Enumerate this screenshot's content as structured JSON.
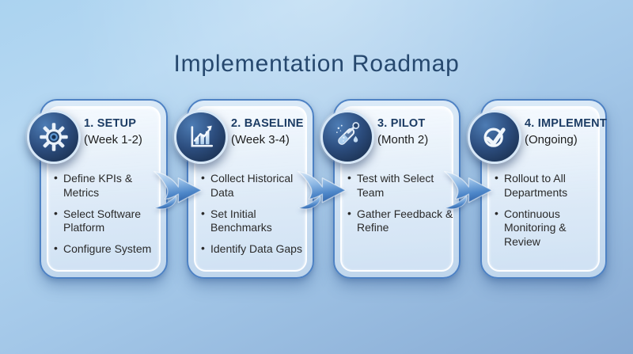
{
  "title": "Implementation Roadmap",
  "colors": {
    "background_top": "#abd3f0",
    "background_bottom": "#87aad3",
    "title_text": "#26486e",
    "card_border": "#4e82c4",
    "heading_text": "#1c3c64",
    "body_text": "#2a2a2a",
    "icon_circle": "#1d3557",
    "arrow_blue": "#4e87c9"
  },
  "stages": [
    {
      "title": "1. SETUP",
      "timeframe": "(Week 1-2)",
      "icon": "gear-icon",
      "bullets": [
        "Define KPIs & Metrics",
        "Select Software Platform",
        "Configure System"
      ]
    },
    {
      "title": "2. BASELINE",
      "timeframe": "(Week 3-4)",
      "icon": "bar-chart-icon",
      "bullets": [
        "Collect Historical Data",
        "Set Initial Benchmarks",
        "Identify Data Gaps"
      ]
    },
    {
      "title": "3. PILOT",
      "timeframe": "(Month 2)",
      "icon": "test-tube-icon",
      "bullets": [
        "Test with Select Team",
        "Gather Feedback & Refine"
      ]
    },
    {
      "title": "4. IMPLEMENT",
      "timeframe": "(Ongoing)",
      "icon": "checkmark-icon",
      "bullets": [
        "Rollout to All Departments",
        "Continuous Monitoring & Review"
      ]
    }
  ]
}
